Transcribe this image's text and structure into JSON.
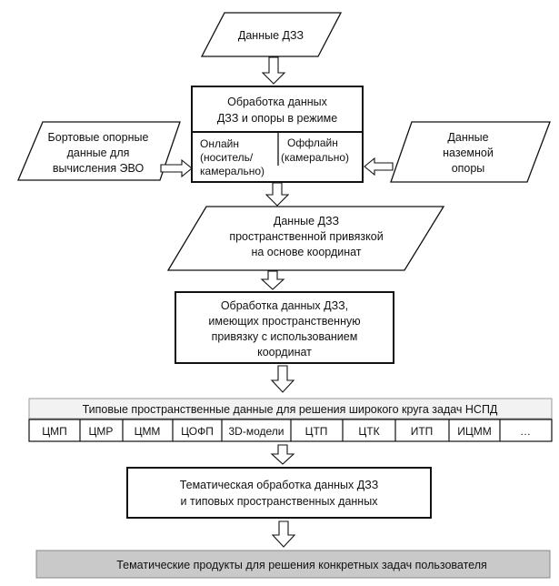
{
  "nodes": {
    "dzz_data": "Данные ДЗЗ",
    "processing": {
      "title_lines": [
        "Обработка данных",
        "ДЗЗ и опоры в режиме"
      ],
      "online_lines": [
        "Онлайн",
        "(носитель/",
        "камерально)"
      ],
      "offline_lines": [
        "Оффлайн",
        "(камерально)"
      ]
    },
    "onboard_lines": [
      "Бортовые опорные",
      "данные для",
      "вычисления ЭВО"
    ],
    "ground_lines": [
      "Данные",
      "наземной",
      "опоры"
    ],
    "georef_lines": [
      "Данные ДЗЗ",
      "пространственной привязкой",
      "на основе координат"
    ],
    "processing2_lines": [
      "Обработка данных ДЗЗ,",
      "имеющих пространственную",
      "привязку с использованием",
      "координат"
    ],
    "typical_band": "Типовые пространственные данные для решения широкого круга задач НСПД",
    "product_cells": [
      "ЦМП",
      "ЦМР",
      "ЦММ",
      "ЦОФП",
      "3D-модели",
      "ЦТП",
      "ЦТК",
      "ИТП",
      "ИЦММ",
      "…"
    ],
    "thematic_lines": [
      "Тематическая обработка данных ДЗЗ",
      "и типовых пространственных данных"
    ],
    "products_band": "Тематические продукты для решения конкретных задач пользователя"
  }
}
